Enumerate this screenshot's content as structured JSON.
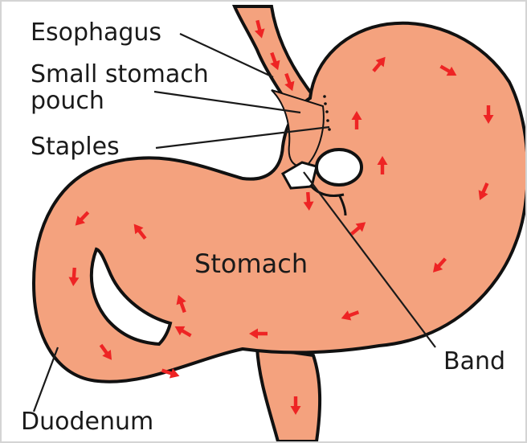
{
  "labels": {
    "esophagus": "Esophagus",
    "small_stomach_pouch_line1": "Small stomach",
    "small_stomach_pouch_line2": "pouch",
    "staples": "Staples",
    "stomach": "Stomach",
    "band": "Band",
    "duodenum": "Duodenum"
  },
  "colors": {
    "organ_fill": "#f4a27e",
    "outline": "#111111",
    "arrow": "#ee2424",
    "band_fill": "#ffffff",
    "border": "#d4d4d4"
  },
  "icons": {
    "arrow": "flow-direction-arrow"
  }
}
